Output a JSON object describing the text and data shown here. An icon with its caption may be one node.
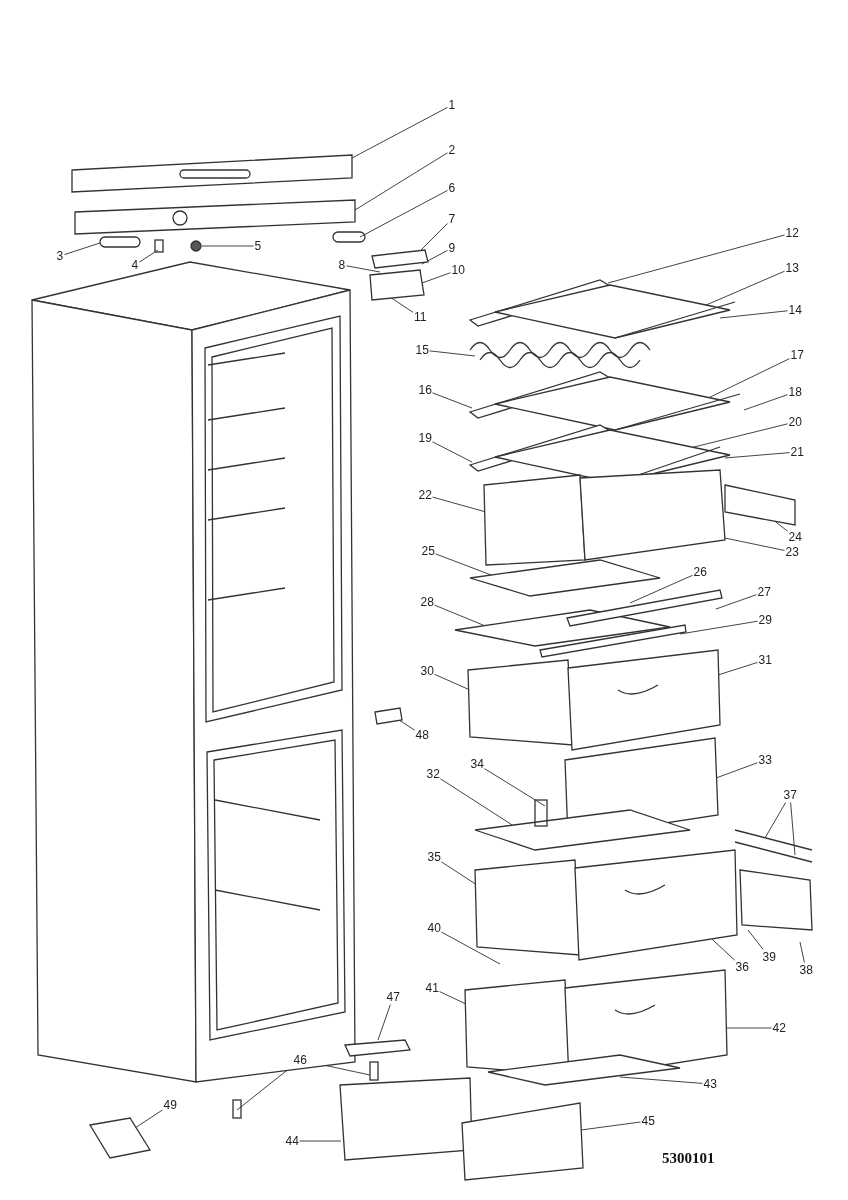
{
  "diagram": {
    "nodes": [
      {
        "text": [
          "1"
        ]
      },
      {
        "text": [
          "2"
        ]
      },
      {
        "text": [
          "3"
        ]
      },
      {
        "text": [
          "4"
        ]
      },
      {
        "text": [
          "5"
        ]
      },
      {
        "text": [
          "6"
        ]
      },
      {
        "text": [
          "7"
        ]
      },
      {
        "text": [
          "8"
        ]
      },
      {
        "text": [
          "9"
        ]
      },
      {
        "text": [
          "10"
        ]
      },
      {
        "text": [
          "11"
        ]
      },
      {
        "text": [
          "12"
        ]
      },
      {
        "text": [
          "13"
        ]
      },
      {
        "text": [
          "14"
        ]
      },
      {
        "text": [
          "15"
        ]
      },
      {
        "text": [
          "16"
        ]
      },
      {
        "text": [
          "17"
        ]
      },
      {
        "text": [
          "18"
        ]
      },
      {
        "text": [
          "19"
        ]
      },
      {
        "text": [
          "20"
        ]
      },
      {
        "text": [
          "21"
        ]
      },
      {
        "text": [
          "22"
        ]
      },
      {
        "text": [
          "23"
        ]
      },
      {
        "text": [
          "24"
        ]
      },
      {
        "text": [
          "25"
        ]
      },
      {
        "text": [
          "26"
        ]
      },
      {
        "text": [
          "27"
        ]
      },
      {
        "text": [
          "28"
        ]
      },
      {
        "text": [
          "29"
        ]
      },
      {
        "text": [
          "30"
        ]
      },
      {
        "text": [
          "31"
        ]
      },
      {
        "text": [
          "32"
        ]
      },
      {
        "text": [
          "33"
        ]
      },
      {
        "text": [
          "34"
        ]
      },
      {
        "text": [
          "35"
        ]
      },
      {
        "text": [
          "36"
        ]
      },
      {
        "text": [
          "37"
        ]
      },
      {
        "text": [
          "38"
        ]
      },
      {
        "text": [
          "39"
        ]
      },
      {
        "text": [
          "40"
        ]
      },
      {
        "text": [
          "41"
        ]
      },
      {
        "text": [
          "42"
        ]
      },
      {
        "text": [
          "43"
        ]
      },
      {
        "text": [
          "44"
        ]
      },
      {
        "text": [
          "45"
        ]
      },
      {
        "text": [
          "46"
        ]
      },
      {
        "text": [
          "47"
        ]
      },
      {
        "text": [
          "48"
        ]
      },
      {
        "text": [
          "49"
        ]
      }
    ],
    "edges": [
      {
        "from": 0,
        "to": null,
        "arrow": "none"
      },
      {
        "from": 1,
        "to": null,
        "arrow": "none"
      },
      {
        "from": 2,
        "to": null,
        "arrow": "none"
      },
      {
        "from": 3,
        "to": null,
        "arrow": "none"
      },
      {
        "from": 4,
        "to": null,
        "arrow": "none"
      },
      {
        "from": 5,
        "to": null,
        "arrow": "none"
      },
      {
        "from": 6,
        "to": null,
        "arrow": "none"
      },
      {
        "from": 7,
        "to": null,
        "arrow": "none"
      },
      {
        "from": 8,
        "to": null,
        "arrow": "none"
      },
      {
        "from": 9,
        "to": null,
        "arrow": "none"
      },
      {
        "from": 10,
        "to": null,
        "arrow": "none"
      },
      {
        "from": 11,
        "to": null,
        "arrow": "none"
      },
      {
        "from": 12,
        "to": null,
        "arrow": "none"
      },
      {
        "from": 13,
        "to": null,
        "arrow": "none"
      },
      {
        "from": 14,
        "to": null,
        "arrow": "none"
      },
      {
        "from": 15,
        "to": null,
        "arrow": "none"
      },
      {
        "from": 16,
        "to": null,
        "arrow": "none"
      },
      {
        "from": 17,
        "to": null,
        "arrow": "none"
      },
      {
        "from": 18,
        "to": null,
        "arrow": "none"
      },
      {
        "from": 19,
        "to": null,
        "arrow": "none"
      },
      {
        "from": 20,
        "to": null,
        "arrow": "none"
      },
      {
        "from": 21,
        "to": null,
        "arrow": "none"
      },
      {
        "from": 22,
        "to": null,
        "arrow": "none"
      },
      {
        "from": 23,
        "to": null,
        "arrow": "none"
      },
      {
        "from": 24,
        "to": null,
        "arrow": "none"
      },
      {
        "from": 25,
        "to": null,
        "arrow": "none"
      },
      {
        "from": 26,
        "to": null,
        "arrow": "none"
      },
      {
        "from": 27,
        "to": null,
        "arrow": "none"
      },
      {
        "from": 28,
        "to": null,
        "arrow": "none"
      },
      {
        "from": 29,
        "to": null,
        "arrow": "none"
      },
      {
        "from": 30,
        "to": null,
        "arrow": "none"
      },
      {
        "from": 31,
        "to": null,
        "arrow": "none"
      },
      {
        "from": 32,
        "to": null,
        "arrow": "none"
      },
      {
        "from": 33,
        "to": null,
        "arrow": "none"
      },
      {
        "from": 34,
        "to": null,
        "arrow": "none"
      },
      {
        "from": 35,
        "to": null,
        "arrow": "none"
      },
      {
        "from": 36,
        "to": null,
        "arrow": "none"
      },
      {
        "from": 36,
        "to": null,
        "arrow": "none"
      },
      {
        "from": 37,
        "to": null,
        "arrow": "none"
      },
      {
        "from": 38,
        "to": null,
        "arrow": "none"
      },
      {
        "from": 39,
        "to": null,
        "arrow": "none"
      },
      {
        "from": 40,
        "to": null,
        "arrow": "none"
      },
      {
        "from": 41,
        "to": null,
        "arrow": "none"
      },
      {
        "from": 42,
        "to": null,
        "arrow": "none"
      },
      {
        "from": 43,
        "to": null,
        "arrow": "none"
      },
      {
        "from": 44,
        "to": null,
        "arrow": "none"
      },
      {
        "from": 45,
        "to": null,
        "arrow": "none"
      },
      {
        "from": 45,
        "to": null,
        "arrow": "none"
      },
      {
        "from": 46,
        "to": null,
        "arrow": "none"
      },
      {
        "from": 47,
        "to": null,
        "arrow": "none"
      },
      {
        "from": 48,
        "to": null,
        "arrow": "none"
      }
    ],
    "labels": [
      "5300101"
    ]
  }
}
